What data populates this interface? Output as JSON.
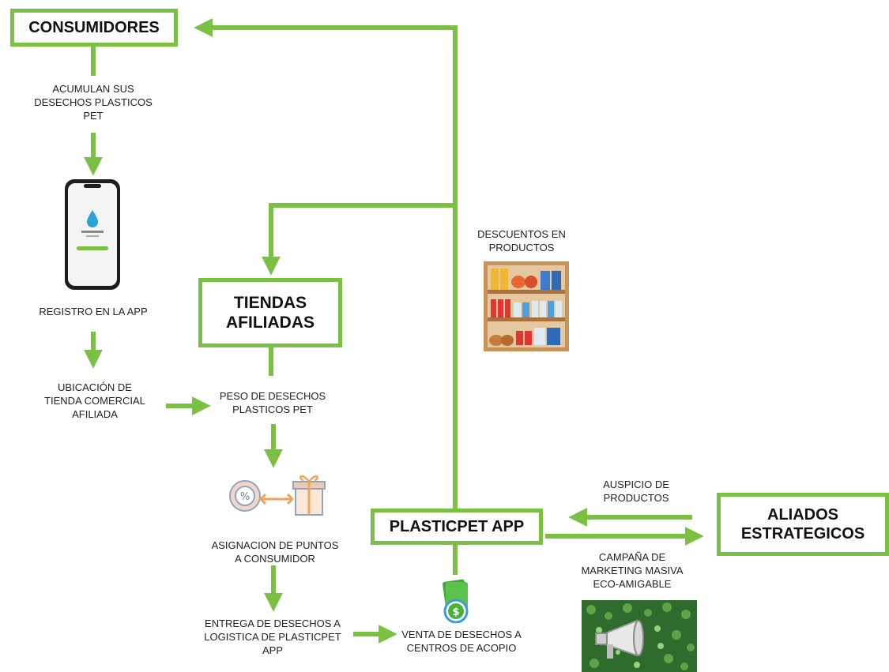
{
  "colors": {
    "accent": "#7ac143",
    "text": "#222222"
  },
  "boxes": {
    "consumidores": "CONSUMIDORES",
    "tiendas": "TIENDAS\nAFILIADAS",
    "plasticpet": "PLASTICPET APP",
    "aliados": "ALIADOS\nESTRATEGICOS"
  },
  "labels": {
    "acumulan": "ACUMULAN SUS\nDESECHOS PLASTICOS\nPET",
    "registro": "REGISTRO EN LA APP",
    "ubicacion": "UBICACIÓN DE\nTIENDA COMERCIAL\nAFILIADA",
    "peso": "PESO DE DESECHOS\nPLASTICOS PET",
    "asignacion": "ASIGNACION DE PUNTOS\nA CONSUMIDOR",
    "entrega": "ENTREGA DE DESECHOS A\nLOGISTICA DE PLASTICPET\nAPP",
    "venta": "VENTA DE DESECHOS A\nCENTROS DE ACOPIO",
    "descuentos": "DESCUENTOS EN\nPRODUCTOS",
    "auspicio": "AUSPICIO DE\nPRODUCTOS",
    "campana": "CAMPAÑA DE\nMARKETING MASIVA\nECO-AMIGABLE"
  },
  "icons": {
    "phone": "smartphone-icon",
    "discount": "discount-gift-icon",
    "shelf": "store-shelf-icon",
    "money": "money-icon",
    "megaphone": "megaphone-icon"
  }
}
